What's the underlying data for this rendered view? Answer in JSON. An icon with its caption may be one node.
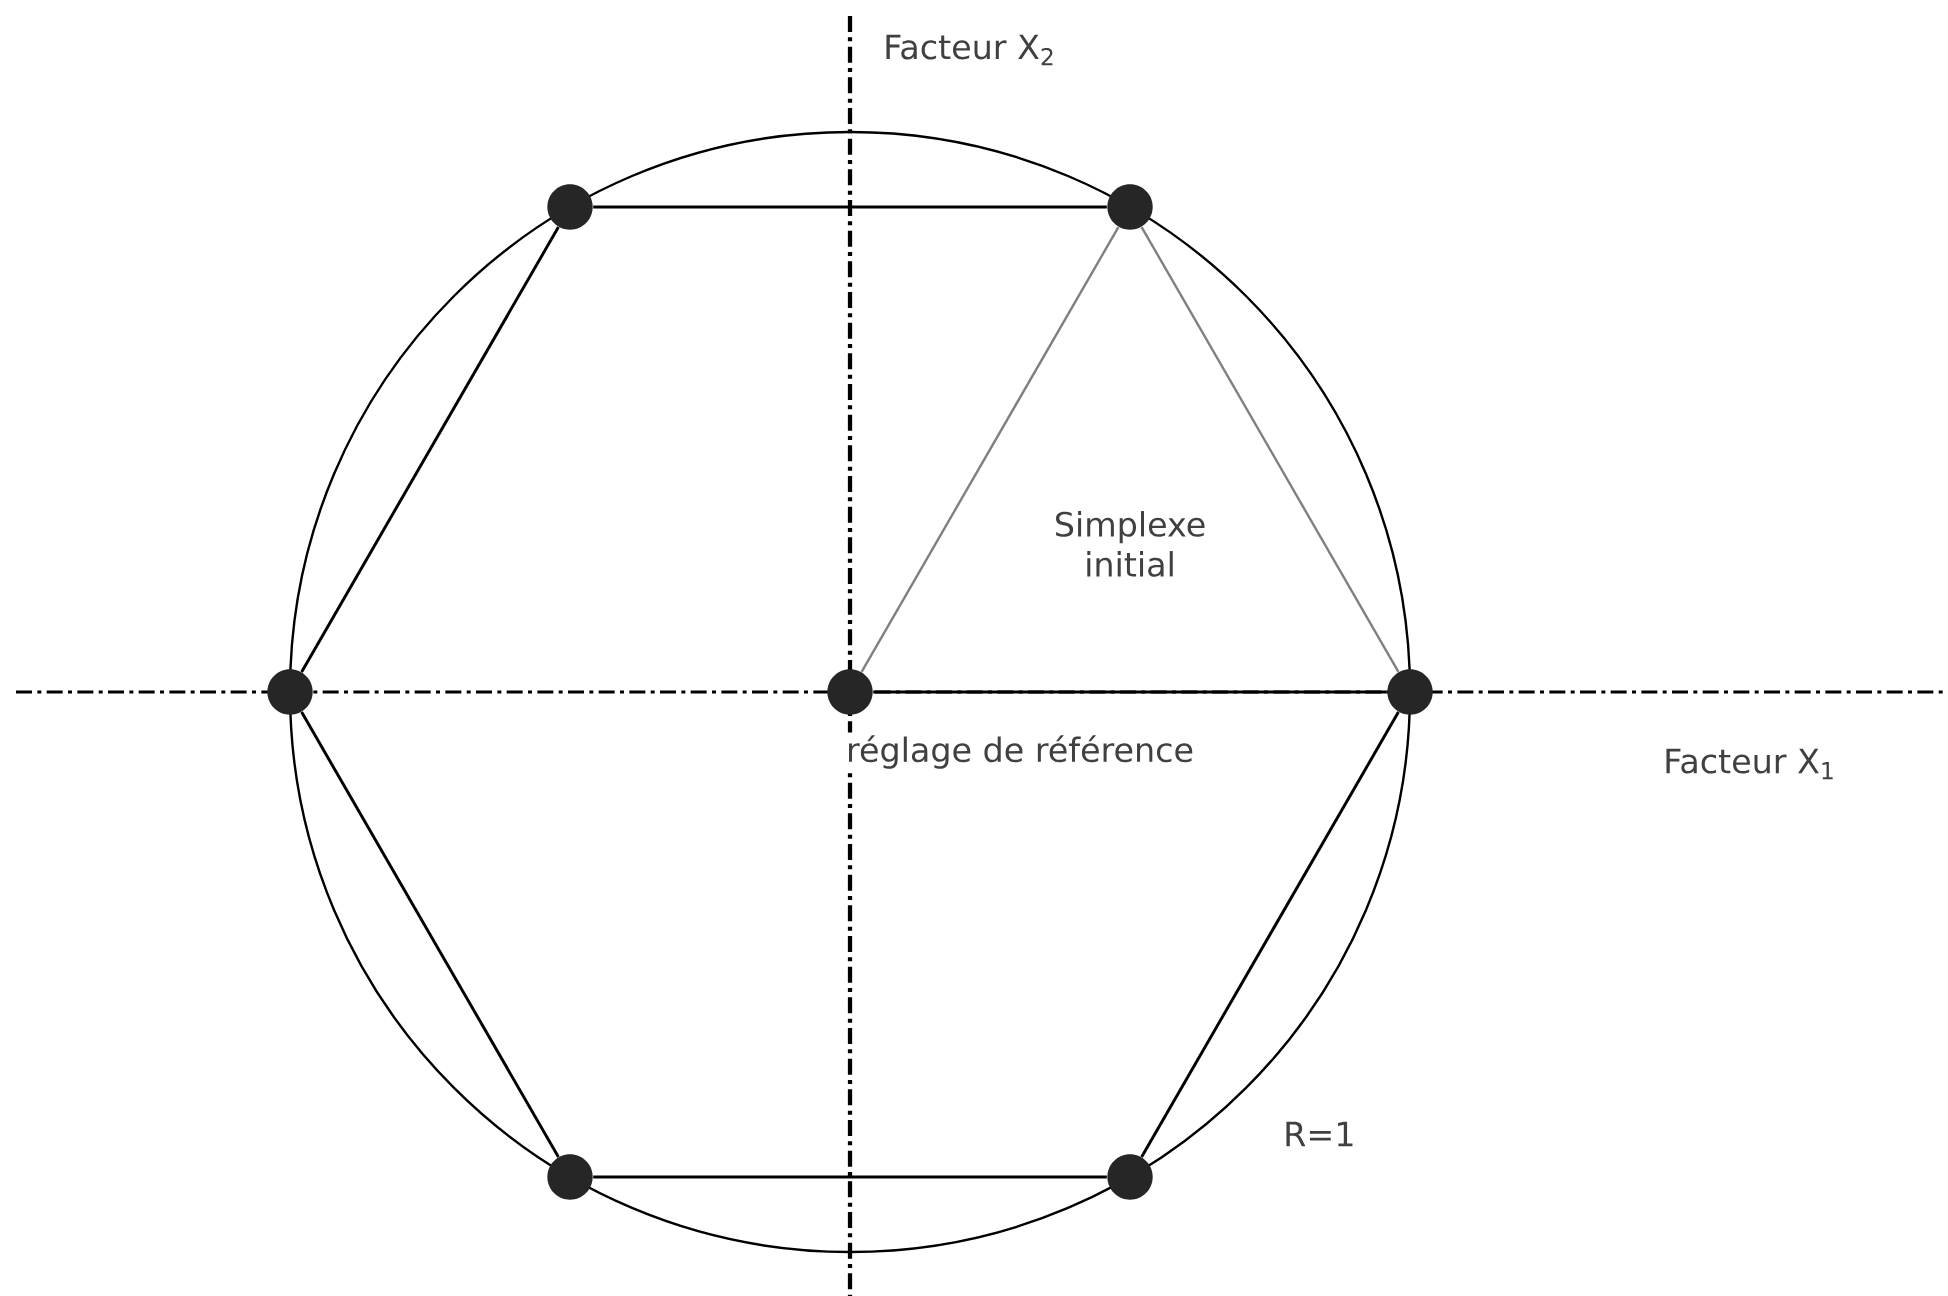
{
  "diagram": {
    "nodes": [
      {
        "text": [],
        "shape": "circle"
      },
      {
        "text": [],
        "shape": "circle"
      },
      {
        "text": [],
        "shape": "circle"
      },
      {
        "text": [],
        "shape": "circle",
        "beside": [
          "réglage de référence"
        ]
      },
      {
        "text": [],
        "shape": "circle"
      },
      {
        "text": [],
        "shape": "circle"
      },
      {
        "text": [],
        "shape": "circle"
      }
    ],
    "edges": [
      {
        "from": 0,
        "to": 1,
        "arrow": "none"
      },
      {
        "from": 1,
        "to": 4,
        "arrow": "none",
        "color": "#808080"
      },
      {
        "from": 4,
        "to": 6,
        "arrow": "none"
      },
      {
        "from": 6,
        "to": 5,
        "arrow": "none"
      },
      {
        "from": 5,
        "to": 2,
        "arrow": "none"
      },
      {
        "from": 2,
        "to": 0,
        "arrow": "none"
      },
      {
        "from": 3,
        "to": 4,
        "arrow": "none"
      },
      {
        "from": 3,
        "to": 1,
        "arrow": "none",
        "color": "#808080"
      }
    ],
    "labels": [
      "Facteur X$_{2}$",
      "Simplexe initial",
      "Facteur X$_{1}$",
      "R=1"
    ]
  }
}
